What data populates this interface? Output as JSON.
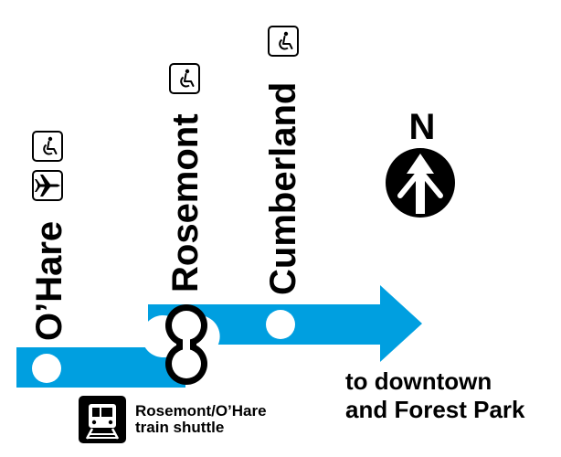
{
  "line_color": "#009fe0",
  "compass": {
    "letter": "N",
    "icon": "north-arrow-icon"
  },
  "stations": [
    {
      "name": "O’Hare",
      "icons": [
        "wheelchair-accessible-icon",
        "airport-icon"
      ]
    },
    {
      "name": "Rosemont",
      "icons": [
        "wheelchair-accessible-icon"
      ]
    },
    {
      "name": "Cumberland",
      "icons": [
        "wheelchair-accessible-icon"
      ]
    }
  ],
  "direction": {
    "line1": "to downtown",
    "line2": "and Forest Park"
  },
  "shuttle": {
    "icon": "train-shuttle-icon",
    "line1": "Rosemont/O’Hare",
    "line2": "train shuttle"
  }
}
